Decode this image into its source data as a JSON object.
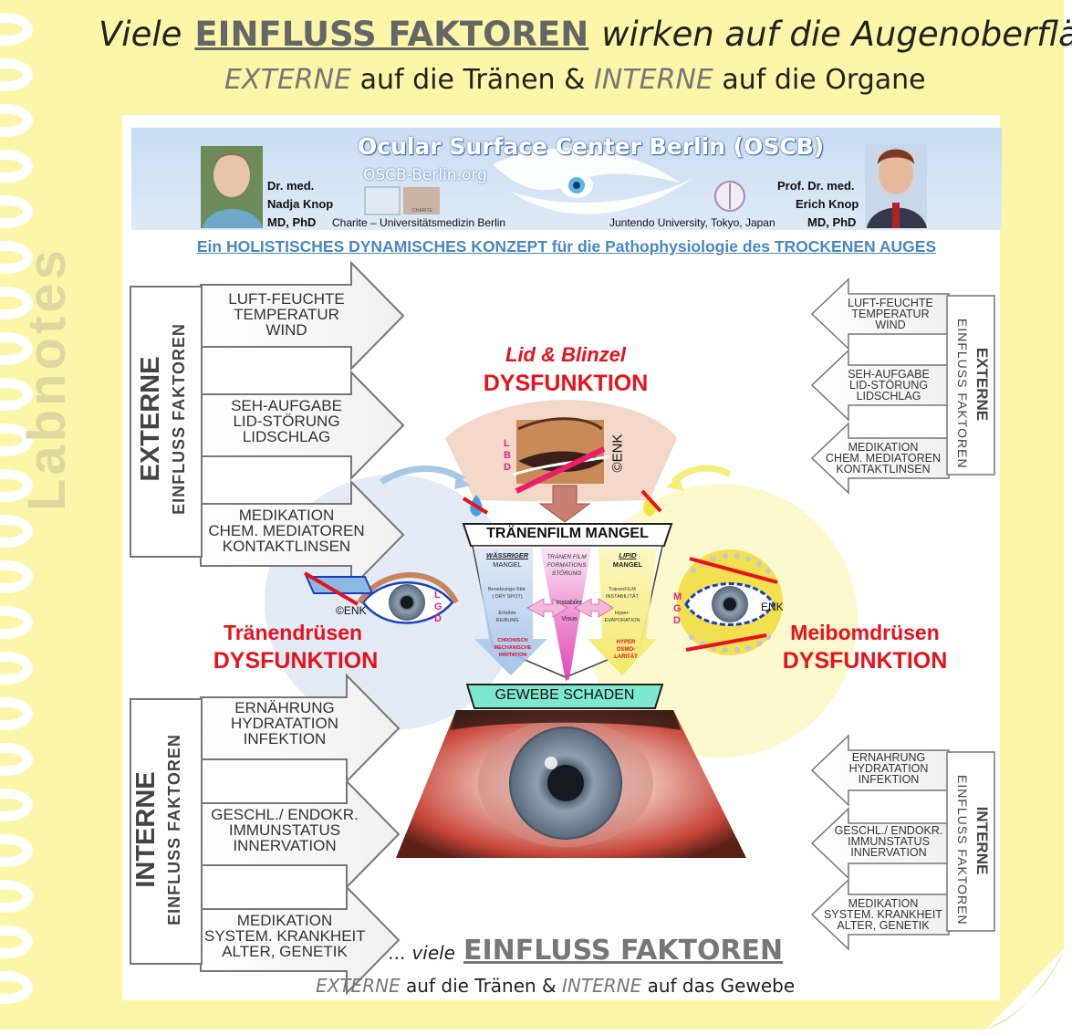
{
  "header": {
    "line1_prefix": "Viele",
    "line1_strong": "EINFLUSS FAKTOREN",
    "line1_suffix": "wirken auf die Augenoberfläche",
    "line2_ext": "EXTERNE",
    "line2_mid": "auf die Tränen &",
    "line2_int": "INTERNE",
    "line2_suffix": "auf die Organe"
  },
  "watermark": "Labnotes",
  "banner": {
    "title": "Ocular Surface Center Berlin (OSCB)",
    "url": "OSCB-Berlin.org",
    "left_person": {
      "title": "Dr. med.",
      "name": "Nadja Knop",
      "degree": "MD, PhD",
      "institution": "Charite – Universitätsmedizin Berlin"
    },
    "right_person": {
      "title": "Prof. Dr. med.",
      "name": "Erich Knop",
      "degree": "MD, PhD",
      "institution": "Juntendo University, Tokyo, Japan"
    },
    "logo_text": "CHARITE"
  },
  "subtitle": "Ein HOLISTISCHES DYNAMISCHES KONZEPT für die Pathophysiologie des TROCKENEN AUGES",
  "left_external": {
    "label_main": "EXTERNE",
    "label_sub": "EINFLUSS FAKTOREN",
    "arrows": [
      [
        "LUFT-FEUCHTE",
        "TEMPERATUR",
        "WIND"
      ],
      [
        "SEH-AUFGABE",
        "LID-STÖRUNG",
        "LIDSCHLAG"
      ],
      [
        "MEDIKATION",
        "CHEM. MEDIATOREN",
        "KONTAKTLINSEN"
      ]
    ]
  },
  "left_internal": {
    "label_main": "INTERNE",
    "label_sub": "EINFLUSS FAKTOREN",
    "arrows": [
      [
        "ERNÄHRUNG",
        "HYDRATATION",
        "INFEKTION"
      ],
      [
        "GESCHL./ ENDOKR.",
        "IMMUNSTATUS",
        "INNERVATION"
      ],
      [
        "MEDIKATION",
        "SYSTEM. KRANKHEIT",
        "ALTER, GENETIK"
      ]
    ]
  },
  "right_external": {
    "label_main": "EXTERNE",
    "label_sub": "EINFLUSS FAKTOREN",
    "arrows": [
      [
        "LUFT-FEUCHTE",
        "TEMPERATUR",
        "WIND"
      ],
      [
        "SEH-AUFGABE",
        "LID-STÖRUNG",
        "LIDSCHLAG"
      ],
      [
        "MEDIKATION",
        "CHEM. MEDIATOREN",
        "KONTAKTLINSEN"
      ]
    ]
  },
  "right_internal": {
    "label_main": "INTERNE",
    "label_sub": "EINFLUSS FAKTOREN",
    "arrows": [
      [
        "ERNAHRUNG",
        "HYDRATATION",
        "INFEKTION"
      ],
      [
        "GESCHL./ ENDOKR.",
        "IMMUNSTATUS",
        "INNERVATION"
      ],
      [
        "MEDIKATION",
        "SYSTEM. KRANKHEIT",
        "ALTER, GENETIK"
      ]
    ]
  },
  "center": {
    "lid_title_1": "Lid & Blinzel",
    "lid_title_2": "DYSFUNKTION",
    "lbd_letters": [
      "L",
      "B",
      "D"
    ],
    "copyright": "©ENK",
    "tear_deficit": "TRÄNENFILM MANGEL",
    "col_aqueous": [
      "WÄSSRIGER",
      "MANGEL"
    ],
    "col_formation": [
      "TRÄNEN FILM",
      "FORMATIONS",
      "STÖRUNG"
    ],
    "col_lipid": [
      "LIPID",
      "MANGEL"
    ],
    "left_steps": [
      "Benetzungs-Stör.",
      "( DRY SPOT)",
      "Erhöhte",
      "REIBUNG"
    ],
    "left_result": [
      "CHRONISCH",
      "MECHANISCHE",
      "IRRITATION"
    ],
    "mid_steps": [
      "Instabiler",
      "Visus"
    ],
    "right_steps": [
      "TränenFILM",
      "INSTABILITÄT",
      "Hyper-",
      "EVAPORATION"
    ],
    "right_result": [
      "HYPER",
      "OSMO-",
      "LARITÄT"
    ],
    "tissue_damage": "GEWEBE SCHADEN",
    "lacrimal_1": "Tränendrüsen",
    "lacrimal_2": "DYSFUNKTION",
    "lgd_letters": [
      "L",
      "G",
      "D"
    ],
    "lacrimal_copyright": "©ENK",
    "meibom_1": "Meibomdrüsen",
    "meibom_2": "DYSFUNKTION",
    "mgd_letters": [
      "M",
      "G",
      "D"
    ],
    "meibom_copyright": "ENK"
  },
  "footer": {
    "line1_prefix": "... viele",
    "line1_strong": "EINFLUSS FAKTOREN",
    "line2_ext": "EXTERNE",
    "line2_mid": "auf die Tränen &",
    "line2_int": "INTERNE",
    "line2_suffix": "auf das Gewebe"
  },
  "colors": {
    "paper": "#fbf6a8",
    "banner": "#c8dcf2",
    "accent_red": "#e8121c",
    "subtitle_blue": "#4a88c8",
    "teal": "#7de8d0"
  }
}
